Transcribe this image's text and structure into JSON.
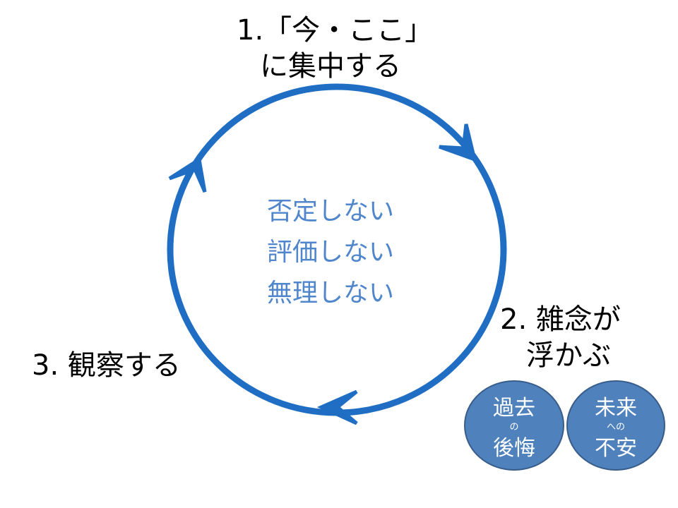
{
  "steps": {
    "step1_line1": "1.「今・ここ」",
    "step1_line2": "に集中する",
    "step2_line1": "2. 雑念が",
    "step2_line2": "浮かぶ",
    "step3": "3. 観察する"
  },
  "center": [
    "否定しない",
    "評価しない",
    "無理しない"
  ],
  "bubbles": [
    {
      "top": "過去",
      "mid": "の",
      "bottom": "後悔"
    },
    {
      "top": "未来",
      "mid": "への",
      "bottom": "不安"
    }
  ],
  "colors": {
    "ring": "#1f6ec4",
    "center_text": "#4f86cc",
    "bubble_fill": "#4f81bd",
    "bubble_stroke": "#385d8a"
  }
}
